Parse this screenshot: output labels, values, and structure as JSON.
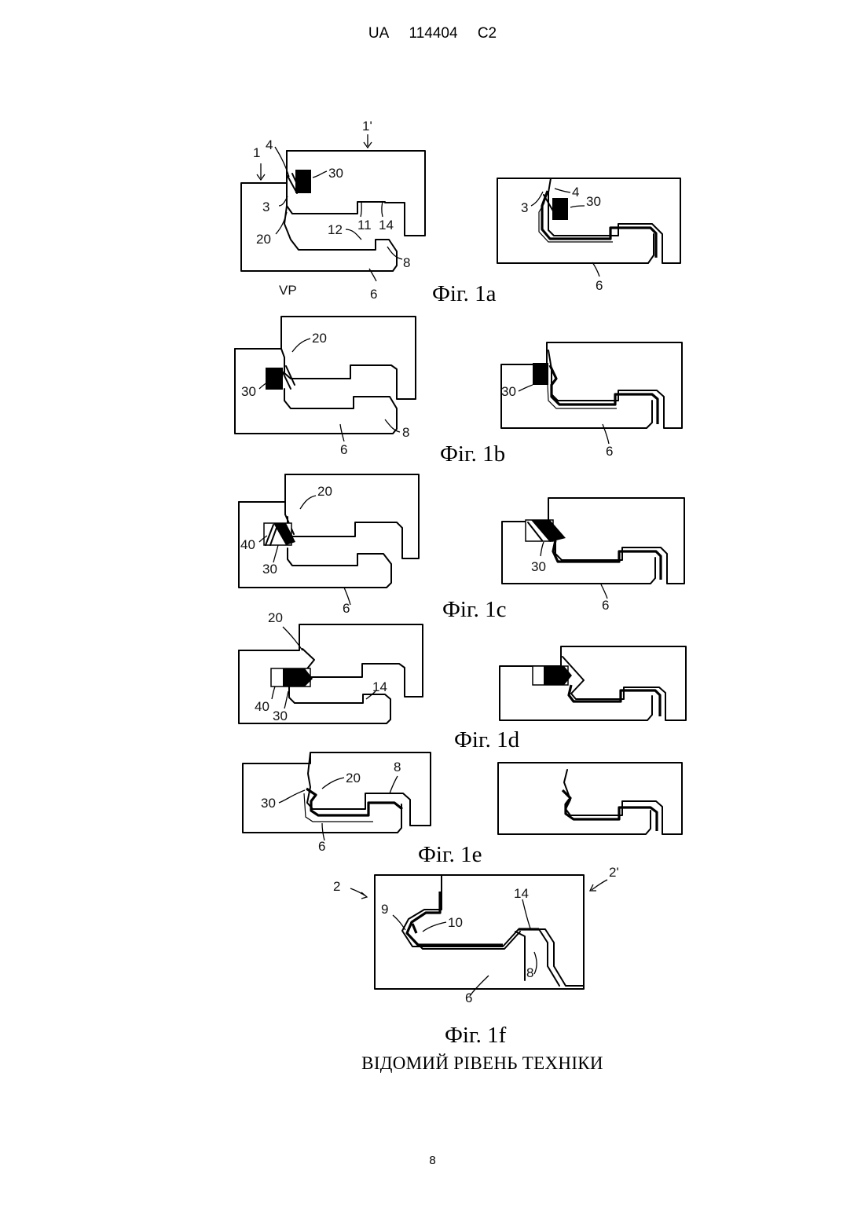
{
  "header": {
    "country": "UA",
    "number": "114404",
    "kind": "C2"
  },
  "figures": {
    "f1a": {
      "caption": "Фіг. 1а",
      "left_labels": [
        "1'",
        "1",
        "4",
        "30",
        "3",
        "20",
        "12",
        "11",
        "14",
        "8",
        "VP",
        "6"
      ],
      "right_labels": [
        "3",
        "4",
        "30",
        "6"
      ]
    },
    "f1b": {
      "caption": "Фіг. 1b",
      "left_labels": [
        "20",
        "30",
        "8",
        "6"
      ],
      "right_labels": [
        "30",
        "6"
      ]
    },
    "f1c": {
      "caption": "Фіг. 1с",
      "left_labels": [
        "20",
        "40",
        "30",
        "6"
      ],
      "right_labels": [
        "30",
        "6"
      ]
    },
    "f1d": {
      "caption": "Фіг. 1d",
      "left_labels": [
        "20",
        "14",
        "40",
        "30"
      ]
    },
    "f1e": {
      "caption": "Фіг. 1е",
      "left_labels": [
        "30",
        "20",
        "8",
        "6"
      ]
    },
    "f1f": {
      "caption": "Фіг. 1f",
      "labels": [
        "2",
        "2'",
        "14",
        "9",
        "10",
        "8",
        "6"
      ]
    }
  },
  "legend": "ВІДОМИЙ РІВЕНЬ ТЕХНІКИ",
  "page_number": "8"
}
